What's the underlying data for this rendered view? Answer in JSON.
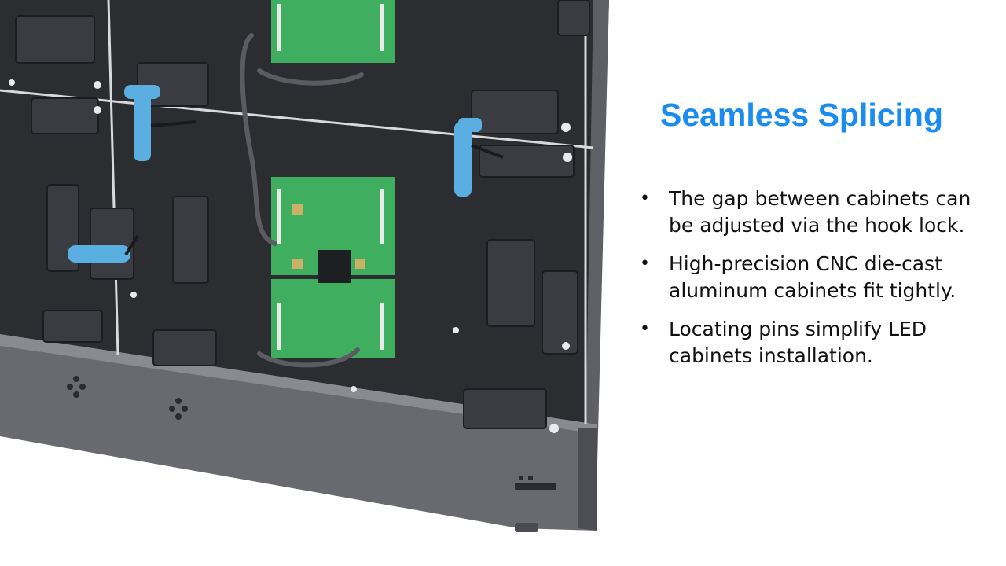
{
  "slide": {
    "title": "Seamless Splicing",
    "bullets": [
      "The gap between cabinets can be adjusted via the hook lock.",
      "High-precision CNC die-cast aluminum cabinets fit tightly.",
      "Locating pins simplify LED cabinets installation."
    ]
  },
  "colors": {
    "title": "#1a8cf0",
    "cabinet_frame": "#5f6066",
    "cabinet_inner": "#2b2d31",
    "pcb_green": "#3fae5f",
    "tool_blue": "#5aaee0"
  },
  "illustration": {
    "subject": "LED display cabinets rear view",
    "icons": [
      "hex-key-icon",
      "pcb-board-icon",
      "vent-holes-icon"
    ]
  }
}
